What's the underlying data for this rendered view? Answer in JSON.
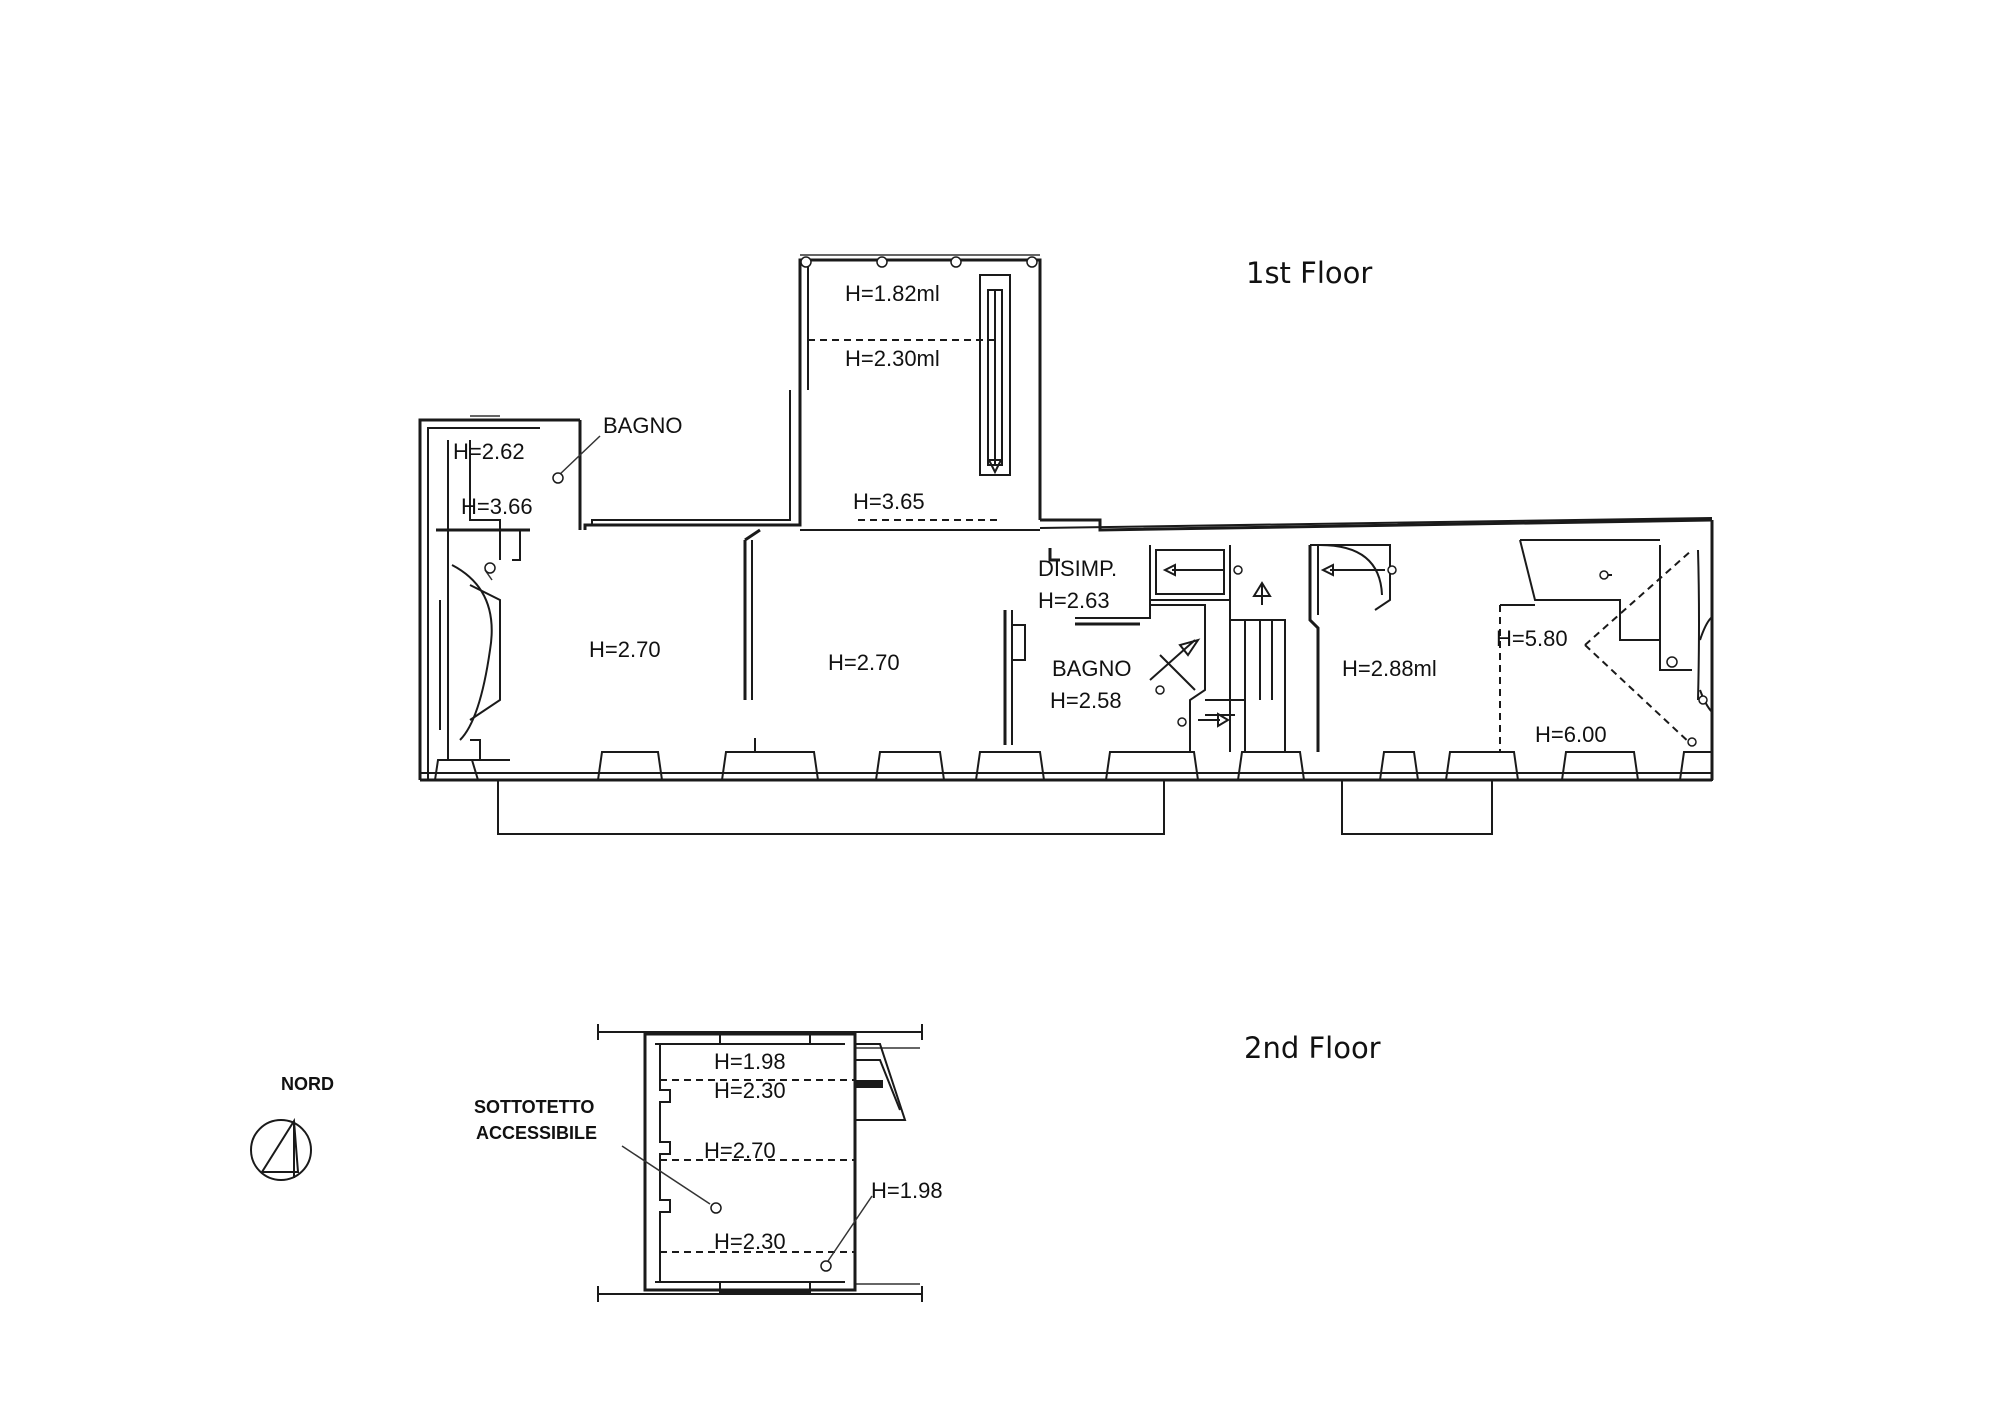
{
  "titles": {
    "first_floor": "1st Floor",
    "second_floor": "2nd Floor"
  },
  "north": {
    "label": "NORD"
  },
  "first_floor": {
    "bagno_west": {
      "name": "BAGNO",
      "h_top": "H=2.62",
      "h_bottom": "H=3.66"
    },
    "terrace": {
      "h1": "H=1.82ml",
      "h2": "H=2.30ml",
      "h3": "H=3.65"
    },
    "room_1": {
      "h": "H=2.70"
    },
    "room_2": {
      "h": "H=2.70"
    },
    "disimpegno": {
      "name": "DISIMP.",
      "h": "H=2.63"
    },
    "bagno_mid": {
      "name": "BAGNO",
      "h": "H=2.58"
    },
    "room_east": {
      "h": "H=2.88ml"
    },
    "double_height": {
      "h1": "H=5.80",
      "h2": "H=6.00"
    }
  },
  "second_floor": {
    "attic": {
      "name_line1": "SOTTOTETTO",
      "name_line2": "ACCESSIBILE"
    },
    "heights": {
      "h1": "H=1.98",
      "h2": "H=2.30",
      "h3": "H=2.70",
      "h4": "H=1.98",
      "h5": "H=2.30"
    }
  }
}
